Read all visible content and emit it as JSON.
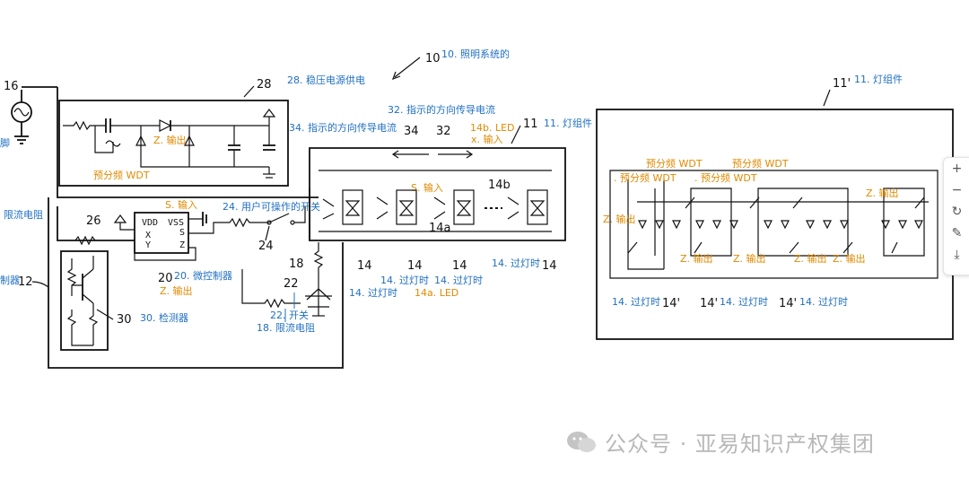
{
  "labels": {
    "system": "10. 照明系统的",
    "regulated_supply": "28. 稳压电源供电",
    "lamp_assembly_11p": "11. 灯组件",
    "lamp_assembly_11": "11. 灯组件",
    "indicated_current_32": "32. 指示的方向传导电流",
    "indicated_current_34": "34. 指示的方向传导电流",
    "led_14b": "14b. LED",
    "x_input": "x. 输入",
    "z_output_top": "Z. 输出",
    "prescaler_wdt_left": "预分频 WDT",
    "pin_left": "脚",
    "current_limit_res_left": "限流电阻",
    "s_input_chip": "S. 输入",
    "user_switch": "24. 用户可操作的开关",
    "s_input_lamp": "S. 输入",
    "controller_12": "制器",
    "microcontroller": "20. 微控制器",
    "z_output_mcu": "Z. 输出",
    "detector": "30. 检测器",
    "switch_22": "22. 开关",
    "current_limit_res_18": "18. 限流电阻",
    "overheat_a": "14. 过灯时",
    "overheat_b": "14. 过灯时",
    "overheat_c": "14. 过灯时",
    "overheat_d": "14. 过灯时",
    "led_14a": "14a. LED",
    "r_prescaler_1": "预分频 WDT",
    "r_prescaler_2": "预分频 WDT",
    "r_prescaler_3": ". 预分频 WDT",
    "r_prescaler_4": ". 预分频 WDT",
    "r_z_out_left": "Z. 输出",
    "r_z_out_right": "Z. 输出",
    "r_z_out_1": "Z. 输出",
    "r_z_out_2": "Z. 输出",
    "r_z_out_3": "Z. 输出",
    "r_z_out_4": "Z. 输出",
    "r_overheat_1": "14. 过灯时",
    "r_overheat_2": "14. 过灯时",
    "r_overheat_3": "14. 过灯时"
  },
  "ref_numbers": {
    "n10": "10",
    "n11": "11",
    "n11p": "11'",
    "n12": "12",
    "n14": "14",
    "n14a": "14a",
    "n14b": "14b",
    "n14p": "14'",
    "n16": "16",
    "n18": "18",
    "n20": "20",
    "n22": "22",
    "n24": "24",
    "n26": "26",
    "n28": "28",
    "n30": "30",
    "n32": "32",
    "n34": "34"
  },
  "chip_pins": {
    "vdd": "VDD",
    "vss": "VSS",
    "x": "X",
    "y": "Y",
    "s": "S",
    "z": "Z"
  },
  "watermark": "公众号 · 亚易知识产权集团",
  "toolbar": {
    "zoom_in": "+",
    "zoom_out": "−",
    "rotate": "↻",
    "edit": "✎",
    "download": "⤓"
  },
  "colors": {
    "label_blue": "#1f6fc2",
    "label_orange": "#e08a00",
    "line": "#111111",
    "watermark": "#b8b8b8"
  }
}
